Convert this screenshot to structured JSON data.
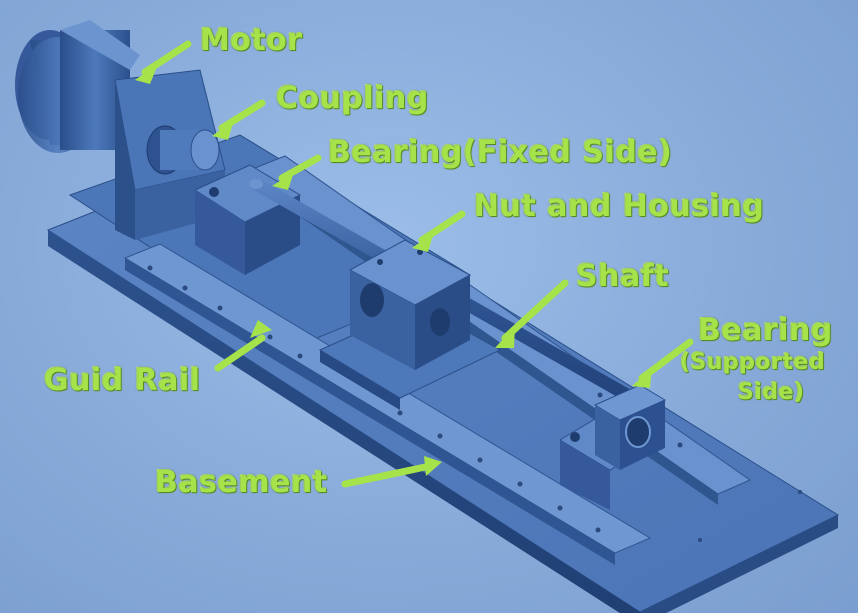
{
  "labels": {
    "motor": "Motor",
    "coupling": "Coupling",
    "bearing_fixed": "Bearing(Fixed Side)",
    "nut_housing": "Nut and Housing",
    "shaft": "Shaft",
    "bearing_supported": "Bearing",
    "bearing_supported_sub1": "(Supported",
    "bearing_supported_sub2": "Side)",
    "guide_rail": "Guid Rail",
    "basement": "Basement"
  },
  "colors": {
    "background": "#8fb2e0",
    "machine": "#3d68a8",
    "label": "#a6e34a"
  }
}
